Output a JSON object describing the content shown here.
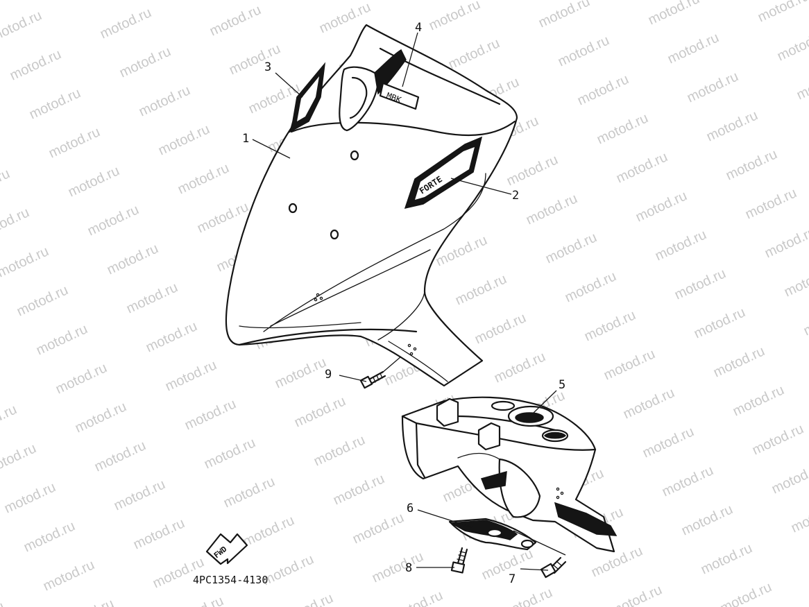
{
  "watermark": {
    "text": "motod.ru",
    "color": "#c9c9c9"
  },
  "diagram_code": "4PC1354-4130",
  "direction_arrow_label": "FWD",
  "decals": {
    "brand_badge": "MBK",
    "model_emblem": "FORTE"
  },
  "callouts": [
    {
      "id": "1",
      "label": "1",
      "part": "front-leg-shield"
    },
    {
      "id": "2",
      "label": "2",
      "part": "model-emblem"
    },
    {
      "id": "3",
      "label": "3",
      "part": "side-cover-tab"
    },
    {
      "id": "4",
      "label": "4",
      "part": "brand-badge"
    },
    {
      "id": "5",
      "label": "5",
      "part": "inner-panel"
    },
    {
      "id": "6",
      "label": "6",
      "part": "mounting-plate"
    },
    {
      "id": "7",
      "label": "7",
      "part": "bolt-7"
    },
    {
      "id": "8",
      "label": "8",
      "part": "screw-8"
    },
    {
      "id": "9",
      "label": "9",
      "part": "screw-9"
    }
  ]
}
